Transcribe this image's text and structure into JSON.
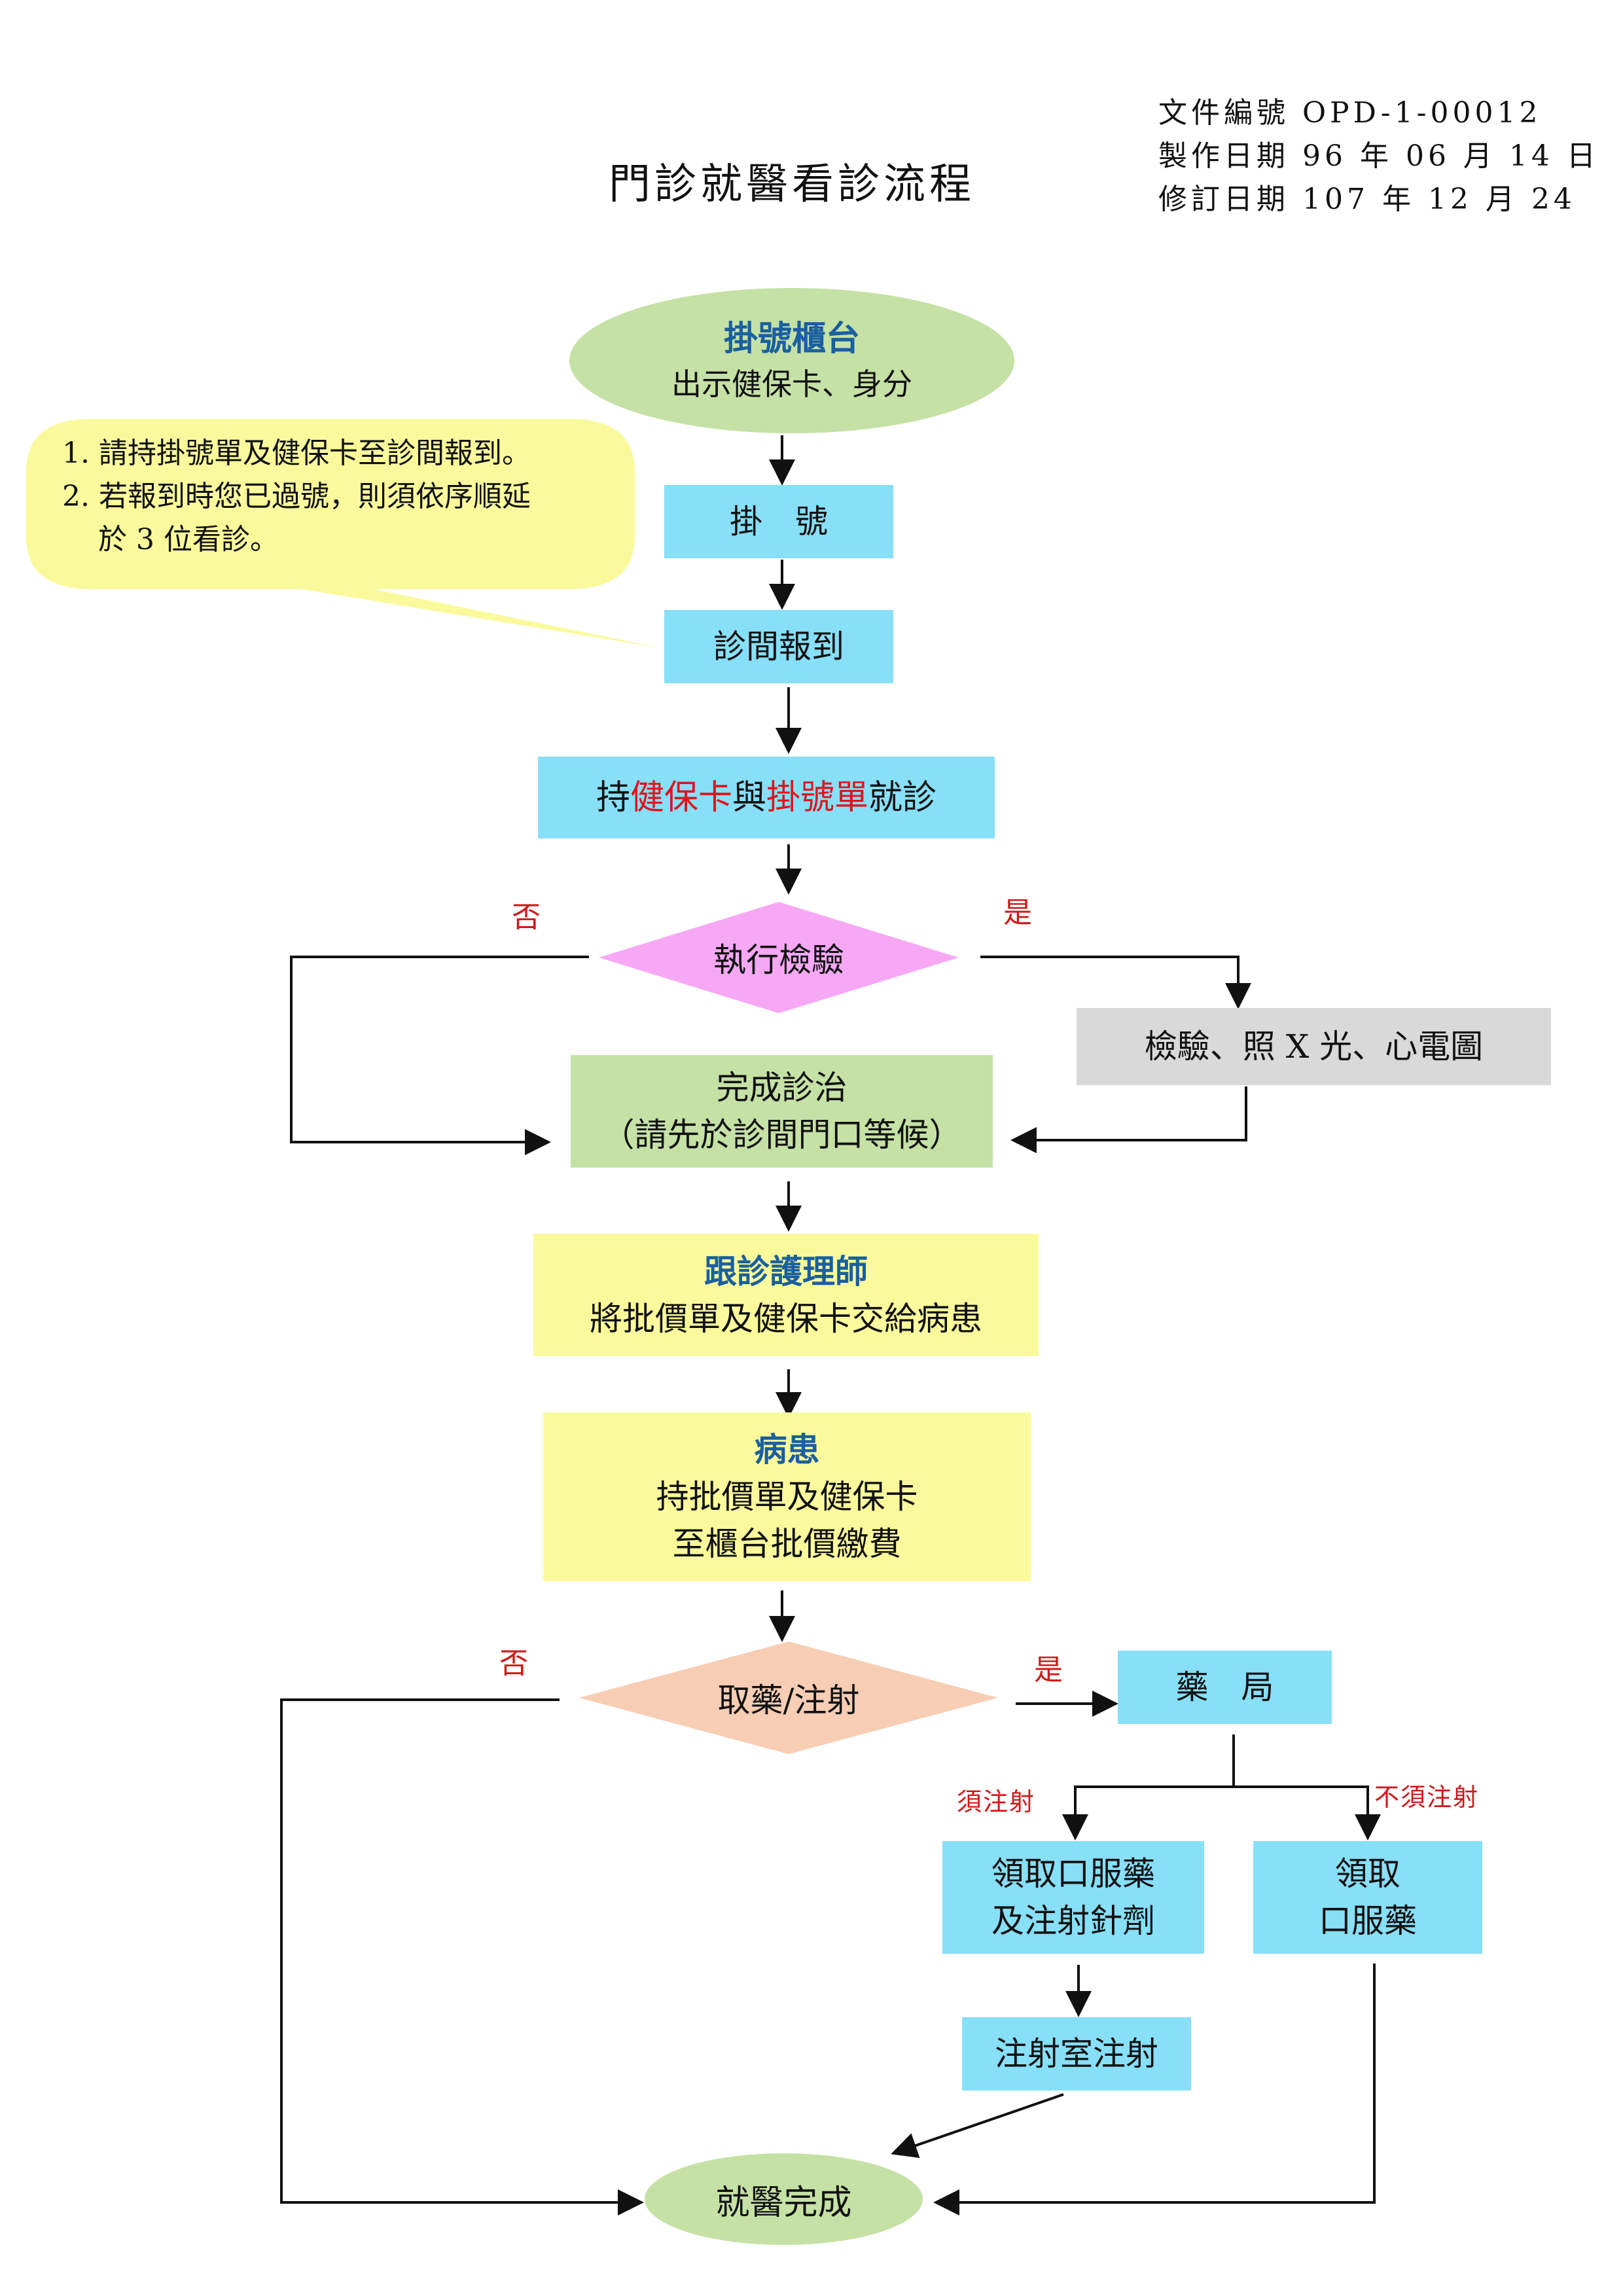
{
  "header": {
    "title": "門診就醫看診流程",
    "doc_number": "文件編號 OPD-1-00012",
    "made_date": "製作日期 96 年 06 月 14 日",
    "revised_date": "修訂日期 107 年 12 月 24"
  },
  "callout": {
    "line1": "1. 請持掛號單及健保卡至診間報到。",
    "line2": "2. 若報到時您已過號，則須依序順延",
    "line3": "於 3 位看診。"
  },
  "nodes": {
    "registration_counter": {
      "title": "掛號櫃台",
      "sub": "出示健保卡、身分"
    },
    "register": {
      "label": "掛　號"
    },
    "clinic_checkin": {
      "label": "診間報到"
    },
    "consult": {
      "p1": "持",
      "p2": "健保卡",
      "p3": "與",
      "p4": "掛號單",
      "p5": "就診"
    },
    "exam_decision": {
      "label": "執行檢驗"
    },
    "exam": {
      "label": "檢驗、照 X 光、心電圖"
    },
    "diagnosis_done": {
      "line1": "完成診治",
      "line2": "（請先於診間門口等候）"
    },
    "nurse": {
      "title": "跟診護理師",
      "sub": "將批價單及健保卡交給病患"
    },
    "patient": {
      "title": "病患",
      "line1": "持批價單及健保卡",
      "line2": "至櫃台批價繳費"
    },
    "med_decision": {
      "label": "取藥/注射"
    },
    "pharmacy": {
      "label": "藥　局"
    },
    "oral_and_injection": {
      "line1": "領取口服藥",
      "line2": "及注射針劑"
    },
    "oral_only": {
      "line1": "領取",
      "line2": "口服藥"
    },
    "injection_room": {
      "label": "注射室注射"
    },
    "done": {
      "label": "就醫完成"
    }
  },
  "labels": {
    "no_1": "否",
    "yes_1": "是",
    "no_2": "否",
    "yes_2": "是",
    "need_injection": "須注射",
    "no_injection": "不須注射"
  },
  "colors": {
    "cyan_box": "#87dff8",
    "green_node": "#c5e1a5",
    "yellow_box": "#fafa9c",
    "gray_box": "#d9d9d9",
    "decision_pink": "#f7a8f5",
    "decision_peach": "#f7cdb4",
    "callout_yellow": "#fafa9c",
    "highlight_blue": "#1a5fa0",
    "highlight_red": "#e0141e"
  }
}
